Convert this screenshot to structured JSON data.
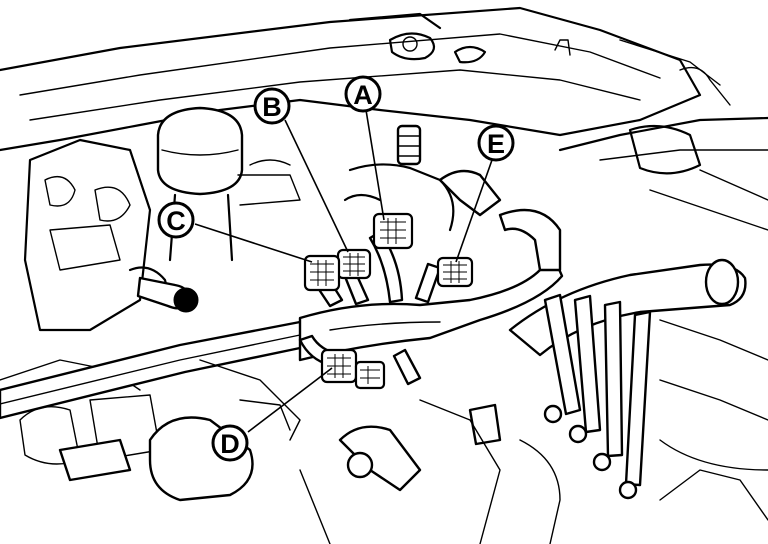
{
  "callouts": [
    {
      "label": "A"
    },
    {
      "label": "B"
    },
    {
      "label": "C"
    },
    {
      "label": "D"
    },
    {
      "label": "E"
    }
  ],
  "colors": {
    "line": "#000000",
    "background": "#ffffff"
  }
}
